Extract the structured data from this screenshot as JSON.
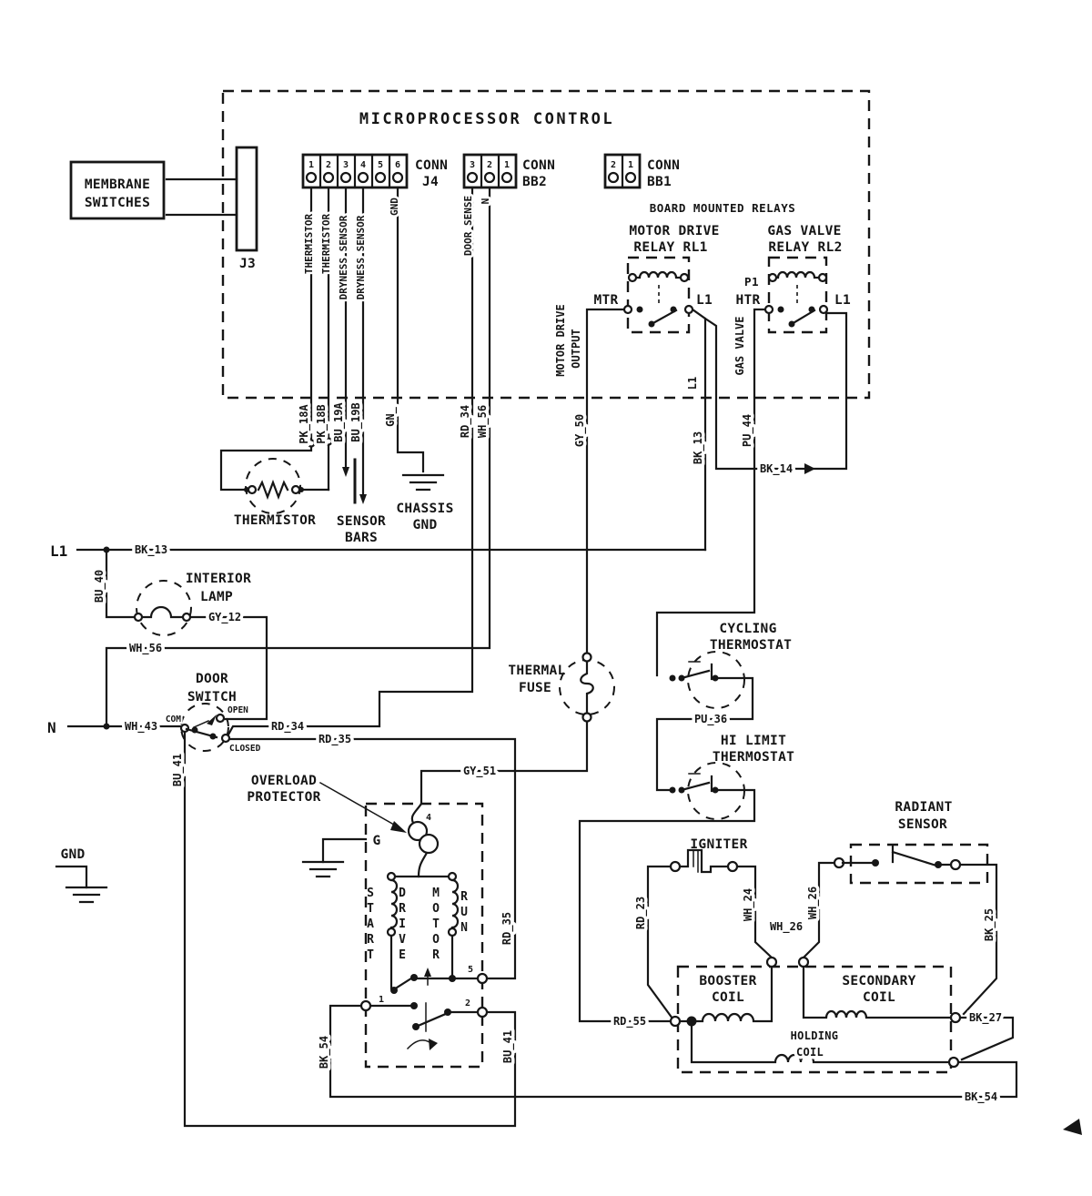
{
  "title": "MICROPROCESSOR CONTROL",
  "headings": {
    "board_relays": "BOARD MOUNTED RELAYS"
  },
  "connectors": {
    "membrane": {
      "l1": "MEMBRANE",
      "l2": "SWITCHES"
    },
    "j3": "J3",
    "j4": {
      "con": "CONN",
      "id": "J4",
      "pins": [
        "1",
        "2",
        "3",
        "4",
        "5",
        "6"
      ],
      "labels": {
        "thermistor": "THERMISTOR",
        "dryness": "DRYNESS SENSOR",
        "gnd": "GND"
      }
    },
    "bb2": {
      "con": "CONN",
      "id": "BB2",
      "pins": [
        "3",
        "2",
        "1"
      ],
      "labels": {
        "door_sense": "DOOR SENSE",
        "n": "N"
      }
    },
    "bb1": {
      "con": "CONN",
      "id": "BB1",
      "pins": [
        "2",
        "1"
      ]
    }
  },
  "relays": {
    "rl1": {
      "l1": "MOTOR DRIVE",
      "l2": "RELAY RL1",
      "left": "MTR",
      "right": "L1"
    },
    "rl2": {
      "l1": "GAS VALVE",
      "l2": "RELAY RL2",
      "left_top": "P1",
      "left": "HTR",
      "right": "L1"
    },
    "motor_drive_output": {
      "l1": "MOTOR DRIVE",
      "l2": "OUTPUT"
    },
    "gas_valve_out": "GAS VALVE",
    "l1_out": "L1"
  },
  "components": {
    "thermistor": "THERMISTOR",
    "sensor_bars": {
      "l1": "SENSOR",
      "l2": "BARS"
    },
    "chassis_gnd": {
      "l1": "CHASSIS",
      "l2": "GND"
    },
    "interior_lamp": {
      "l1": "INTERIOR",
      "l2": "LAMP"
    },
    "door_switch": {
      "l1": "DOOR",
      "l2": "SWITCH",
      "com": "COM",
      "open": "OPEN",
      "closed": "CLOSED"
    },
    "thermal_fuse": {
      "l1": "THERMAL",
      "l2": "FUSE"
    },
    "cycling_thermostat": {
      "l1": "CYCLING",
      "l2": "THERMOSTAT"
    },
    "hi_limit_thermostat": {
      "l1": "HI LIMIT",
      "l2": "THERMOSTAT"
    },
    "igniter": "IGNITER",
    "radiant_sensor": {
      "l1": "RADIANT",
      "l2": "SENSOR"
    },
    "overload_protector": {
      "l1": "OVERLOAD",
      "l2": "PROTECTOR"
    },
    "booster_coil": {
      "l1": "BOOSTER",
      "l2": "COIL"
    },
    "secondary_coil": {
      "l1": "SECONDARY",
      "l2": "COIL"
    },
    "holding_coil": {
      "l1": "HOLDING",
      "l2": "COIL"
    },
    "motor": {
      "start": "START",
      "drive": "DRIVE",
      "motor": "MOTOR",
      "run": "RUN",
      "g": "G",
      "t4": "4",
      "t5": "5",
      "t1": "1",
      "t2": "2"
    }
  },
  "rails": {
    "l1": "L1",
    "n": "N",
    "gnd": "GND"
  },
  "wires": {
    "pk_18a": "PK_18A",
    "pk_18b": "PK_18B",
    "bu_19a": "BU_19A",
    "bu_19b": "BU_19B",
    "gn": "GN_",
    "rd_34": "RD_34",
    "wh_56": "WH_56",
    "gy_50": "GY_50",
    "bk_13": "BK_13",
    "pu_44": "PU_44",
    "bk_14": "BK_14",
    "bu_40": "BU_40",
    "gy_12": "GY_12",
    "wh_43": "WH_43",
    "rd_35": "RD_35",
    "bu_41": "BU_41",
    "bk_54": "BK_54",
    "gy_51": "GY_51",
    "pu_36": "PU_36",
    "rd_23": "RD_23",
    "wh_24": "WH_24",
    "wh_26": "WH_26",
    "bk_25": "BK_25",
    "rd_55": "RD_55",
    "bk_27": "BK_27"
  }
}
